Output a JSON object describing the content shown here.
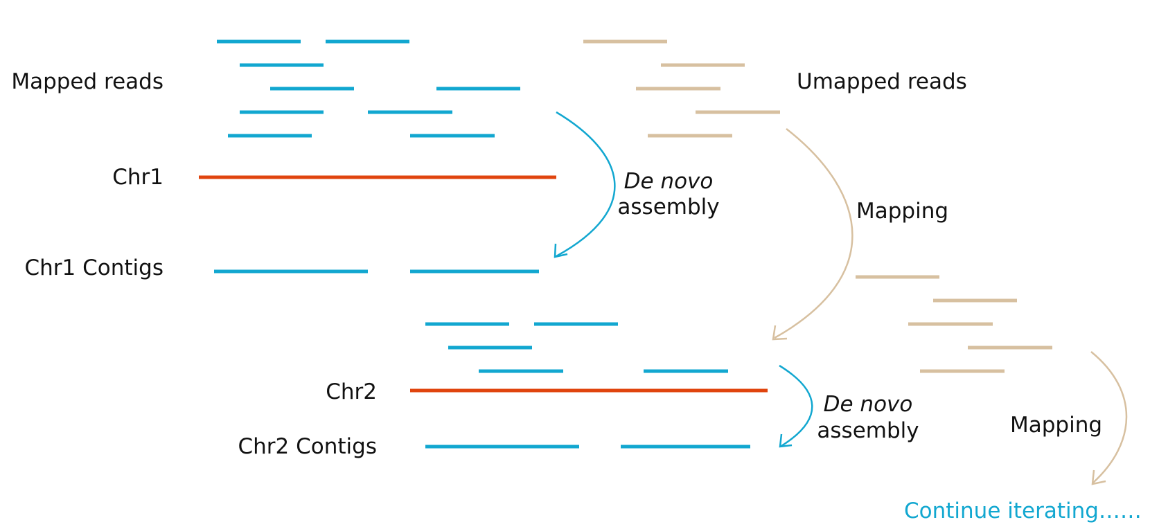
{
  "colors": {
    "mapped": "#12a7d0",
    "unmapped": "#d7c0a0",
    "chromosome": "#e0440e",
    "text": "#111111",
    "continue": "#12a7d0"
  },
  "labels": {
    "mapped_reads": "Mapped reads",
    "unmapped_reads": "Umapped reads",
    "chr1": "Chr1",
    "chr1_contigs": "Chr1 Contigs",
    "chr2": "Chr2",
    "chr2_contigs": "Chr2 Contigs",
    "denovo_1": "De novo",
    "assembly_1": "assembly",
    "mapping_1": "Mapping",
    "denovo_2": "De novo",
    "assembly_2": "assembly",
    "mapping_2": "Mapping",
    "continue": "Continue iterating……"
  }
}
